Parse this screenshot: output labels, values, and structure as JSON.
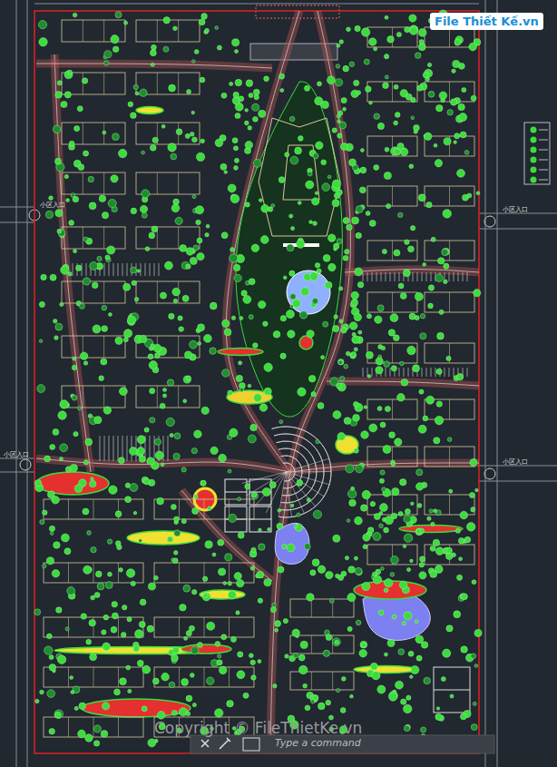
{
  "diagram": {
    "labels": [
      "File Thiết Kế.vn",
      "Copyright © FileThietKe.vn",
      "Type a command",
      "小区入口",
      "小区入口",
      "小区入口",
      "小区入口"
    ]
  }
}
